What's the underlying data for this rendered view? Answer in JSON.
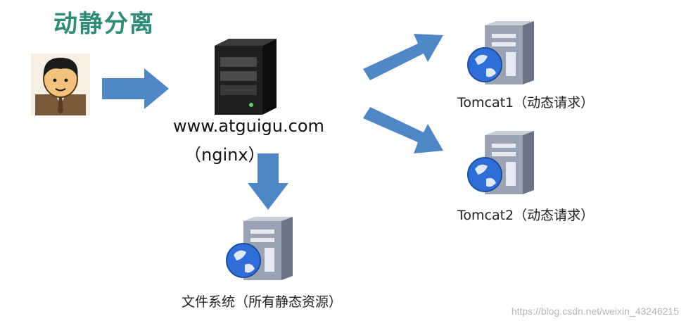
{
  "title": "动静分离",
  "nginx_server": {
    "domain": "www.atguigu.com",
    "name": "（nginx）"
  },
  "tomcat1": {
    "label": "Tomcat1（动态请求）"
  },
  "tomcat2": {
    "label": "Tomcat2（动态请求）"
  },
  "file_system": {
    "label": "文件系统（所有静态资源）"
  },
  "watermark": "https://blog.csdn.net/weixin_43246215",
  "colors": {
    "title": "#2f8a76",
    "arrow": "#4f87c6",
    "server_dark": "#1f1f1f",
    "server_gray": "#9aa2b3",
    "globe": "#2f6ed6"
  },
  "icons": [
    "user-avatar",
    "black-server-icon",
    "globe-server-icon"
  ]
}
